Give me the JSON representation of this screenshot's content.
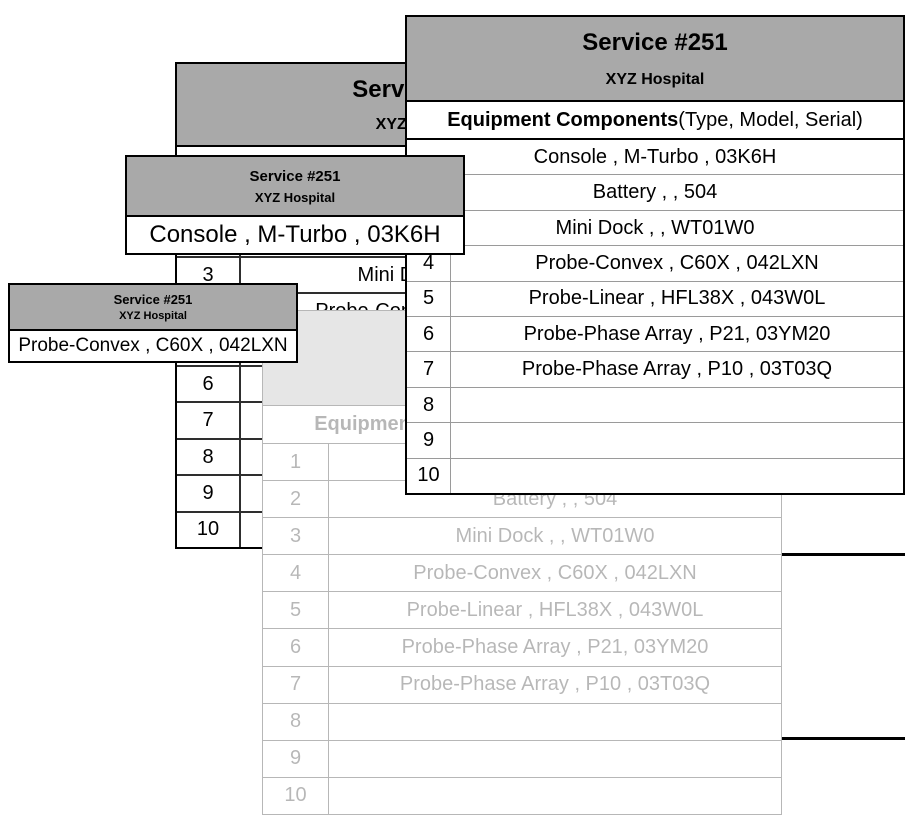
{
  "colors": {
    "header_gray": "#a9a9a9",
    "sheet_border": "#000000",
    "front_row_line": "#9a9a9a",
    "mid_row_line": "#2e2e2e",
    "background": "#ffffff",
    "ghost_fade_opacity": "0.28"
  },
  "service": {
    "title": "Service #251",
    "subtitle": "XYZ Hospital",
    "equipment_header": {
      "bold": "Equipment Components",
      "rest": " (Type, Model, Serial)"
    },
    "rows": [
      {
        "num": "1",
        "text": "Console , M-Turbo , 03K6H"
      },
      {
        "num": "2",
        "text": "Battery , , 504"
      },
      {
        "num": "3",
        "text": "Mini Dock , , WT01W0"
      },
      {
        "num": "4",
        "text": "Probe-Convex , C60X , 042LXN"
      },
      {
        "num": "5",
        "text": "Probe-Linear , HFL38X , 043W0L"
      },
      {
        "num": "6",
        "text": "Probe-Phase Array , P21, 03YM20"
      },
      {
        "num": "7",
        "text": "Probe-Phase Array , P10 , 03T03Q"
      },
      {
        "num": "8",
        "text": ""
      },
      {
        "num": "9",
        "text": ""
      },
      {
        "num": "10",
        "text": ""
      }
    ]
  },
  "callouts": {
    "console": {
      "row_text": "Console , M-Turbo , 03K6H"
    },
    "probe_convex": {
      "row_text": "Probe-Convex , C60X , 042LXN"
    }
  }
}
